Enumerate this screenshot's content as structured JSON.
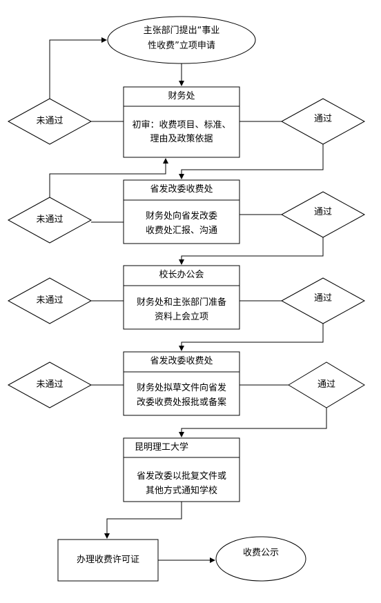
{
  "start_node": {
    "line1": "主张部门提出“事业",
    "line2": "性收费”立项申请"
  },
  "steps": [
    {
      "title": "财务处",
      "line1": "初审：收费项目、标准、",
      "line2": "理由及政策依据"
    },
    {
      "title": "省发改委收费处",
      "line1": "财务处向省发改委",
      "line2": "收费处汇报、沟通"
    },
    {
      "title": "校长办公会",
      "line1": "财务处和主张部门准备",
      "line2": "资料上会立项"
    },
    {
      "title": "省发改委收费处",
      "line1": "财务处拟草文件向省发",
      "line2": "改委收费处报批或备案"
    },
    {
      "title": "昆明理工大学",
      "line1": "省发改委以批复文件或",
      "line2": "其他方式通知学校"
    }
  ],
  "decisions": {
    "fail": "未通过",
    "pass": "通过"
  },
  "license_box": "办理收费许可证",
  "end_node": "收费公示"
}
